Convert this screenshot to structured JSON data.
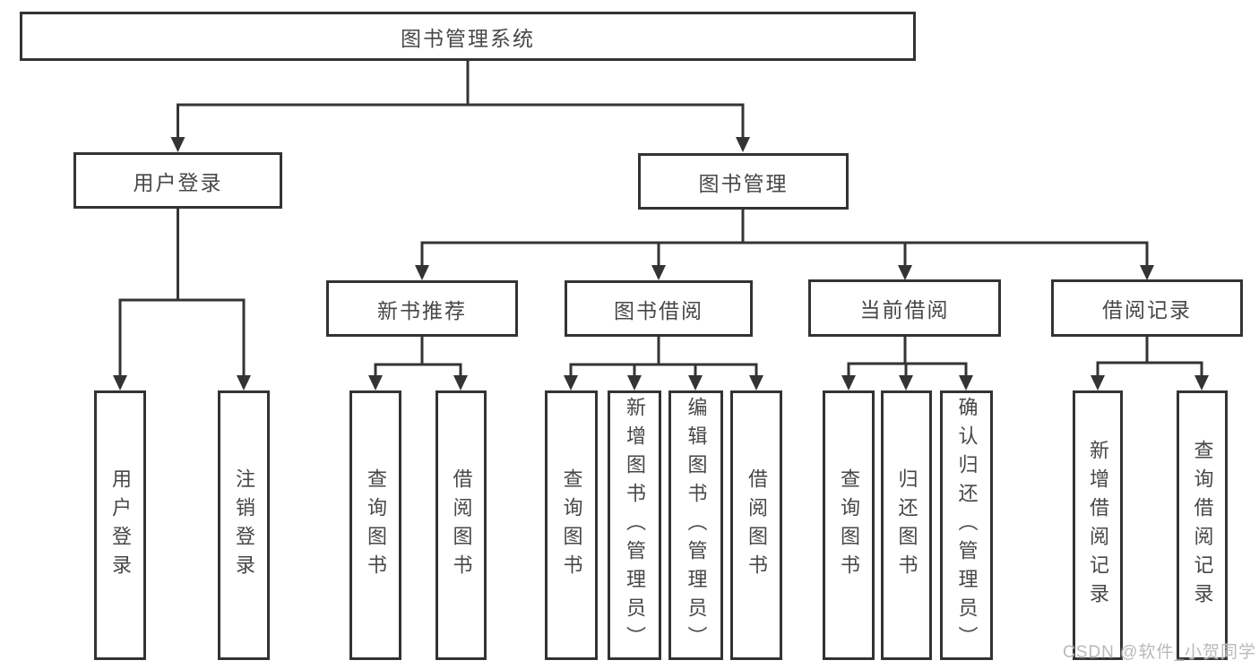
{
  "title": "图书管理系统",
  "watermark": "CSDN @软件_小贺同学",
  "colors": {
    "background": "#ffffff",
    "box_border": "#333333",
    "connector_line": "#343434",
    "text": "#474747",
    "watermark_text": "#b9b9b9"
  },
  "tree": {
    "label": "图书管理系统",
    "children": [
      {
        "label": "用户登录",
        "children": [
          {
            "label": "用户登录"
          },
          {
            "label": "注销登录"
          }
        ]
      },
      {
        "label": "图书管理",
        "children": [
          {
            "label": "新书推荐",
            "children": [
              {
                "label": "查询图书"
              },
              {
                "label": "借阅图书"
              }
            ]
          },
          {
            "label": "图书借阅",
            "children": [
              {
                "label": "查询图书"
              },
              {
                "label": "新增图书（管理员）"
              },
              {
                "label": "编辑图书（管理员）"
              },
              {
                "label": "借阅图书"
              }
            ]
          },
          {
            "label": "当前借阅",
            "children": [
              {
                "label": "查询图书"
              },
              {
                "label": "归还图书"
              },
              {
                "label": "确认归还（管理员）"
              }
            ]
          },
          {
            "label": "借阅记录",
            "children": [
              {
                "label": "新增借阅记录"
              },
              {
                "label": "查询借阅记录"
              }
            ]
          }
        ]
      }
    ]
  }
}
